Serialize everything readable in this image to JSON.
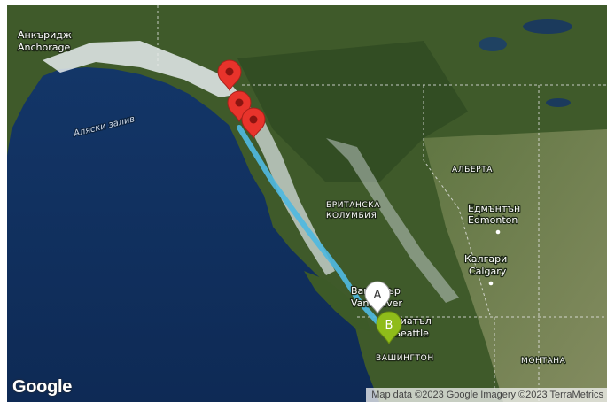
{
  "map": {
    "labels": {
      "anchorage_local": "Анкъридж",
      "anchorage": "Anchorage",
      "gulf_alaska": "Аляски залив",
      "british_columbia_1": "БРИТАНСКА",
      "british_columbia_2": "КОЛУМБИЯ",
      "alberta": "АЛБЕРТА",
      "edmonton_local": "Едмънтън",
      "edmonton": "Edmonton",
      "calgary_local": "Калгари",
      "calgary": "Calgary",
      "vancouver_local": "Ванкувър",
      "vancouver": "Vancouver",
      "seattle_local": "Сиатъл",
      "seattle": "Seattle",
      "washington": "ВАШИНГТОН",
      "montana": "МОНТАНА"
    },
    "markers": [
      {
        "label": "A",
        "color": "#ffffff"
      },
      {
        "label": "B",
        "color": "#8fbc1a"
      },
      {
        "label": "",
        "color": "#e8332b"
      },
      {
        "label": "",
        "color": "#e8332b"
      },
      {
        "label": "",
        "color": "#e8332b"
      }
    ],
    "route_color": "#4fb8e0",
    "attribution": "Map data ©2023 Google Imagery ©2023 TerraMetrics",
    "logo": "Google"
  }
}
